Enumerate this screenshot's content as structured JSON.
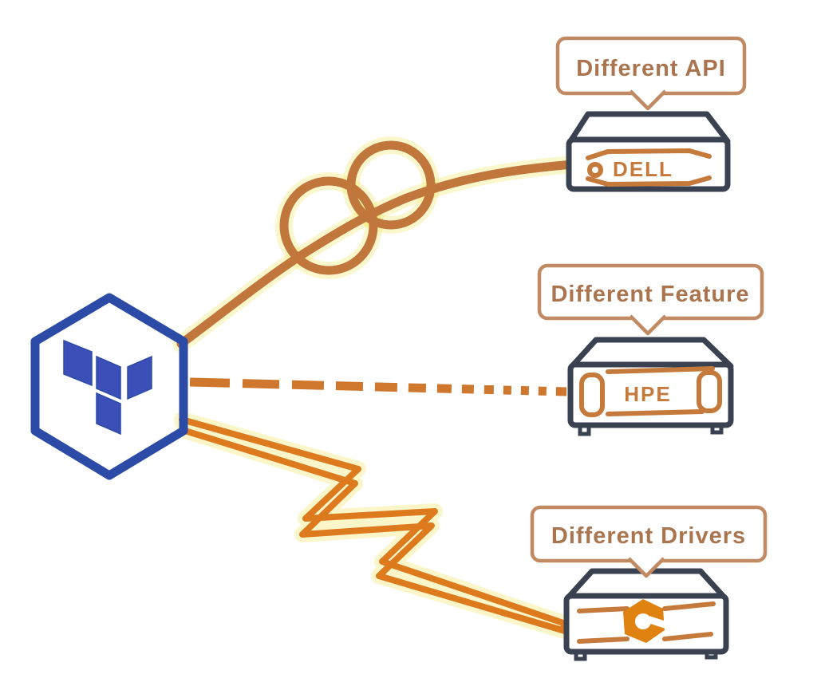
{
  "colors": {
    "hexagon_blue": "#2b4ba6",
    "logo_indigo": "#3c4fb8",
    "server_outline": "#3a4150",
    "accent_orange": "#c5793b",
    "rope_orange": "#c1763c",
    "dash_orange": "#d0772e",
    "bolt_orange": "#de7a1e",
    "bubble_border": "#c28a62",
    "bubble_text": "#a9744e",
    "nut_orange": "#e0820f",
    "glow_yellow": "#f2e14d"
  },
  "terraform_node": {
    "icon": "terraform-hexagon-logo"
  },
  "connections": [
    {
      "id": "api",
      "callout": "Different API",
      "line_style": "tangled-knot-rope",
      "server": {
        "label": "DELL",
        "icon": "dell-server"
      }
    },
    {
      "id": "feature",
      "callout": "Different Feature",
      "line_style": "fading-dashed-line",
      "server": {
        "label": "HPE",
        "icon": "hpe-server"
      }
    },
    {
      "id": "drivers",
      "callout": "Different Drivers",
      "line_style": "lightning-bolt",
      "server": {
        "label": "",
        "icon": "hex-nut-logo"
      }
    }
  ]
}
